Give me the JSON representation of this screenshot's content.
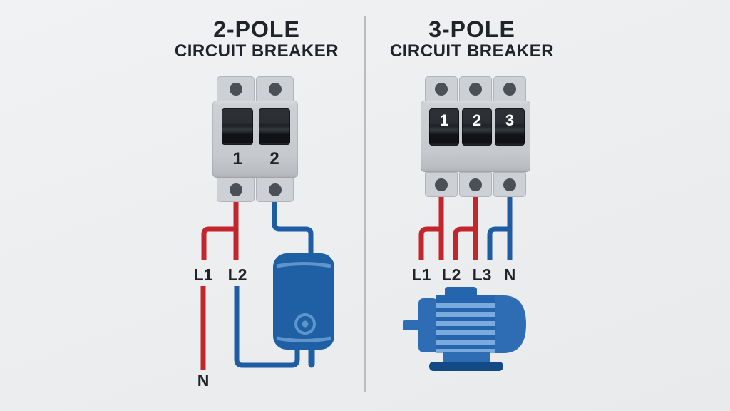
{
  "left_panel": {
    "title_line1": "2-POLE",
    "title_line2": "CIRCUIT BREAKER",
    "breaker": {
      "pole_numbers": [
        "1",
        "2"
      ]
    },
    "wire_labels": {
      "l1": "L1",
      "l2": "L2",
      "n": "N"
    },
    "load_icon": "water-heater-icon"
  },
  "right_panel": {
    "title_line1": "3-POLE",
    "title_line2": "CIRCUIT BREAKER",
    "breaker": {
      "pole_numbers": [
        "1",
        "2",
        "3"
      ]
    },
    "wire_labels": {
      "l1": "L1",
      "l2": "L2",
      "l3": "L3",
      "n": "N"
    },
    "load_icon": "electric-motor-icon"
  },
  "colors": {
    "live_wire_red": "#c3252c",
    "neutral_wire_blue": "#1e5ca4",
    "appliance_blue": "#1f5fa3",
    "appliance_accent_blue": "#5e96cc",
    "motor_light_blue": "#7aabdc",
    "motor_mid_blue": "#2e6db4",
    "motor_base_navy": "#114a85",
    "breaker_gray": "#c7cace",
    "switch_black": "#26292e",
    "text_dark": "#202328",
    "background": "#eceef0",
    "divider_gray": "#b9bcc0"
  }
}
